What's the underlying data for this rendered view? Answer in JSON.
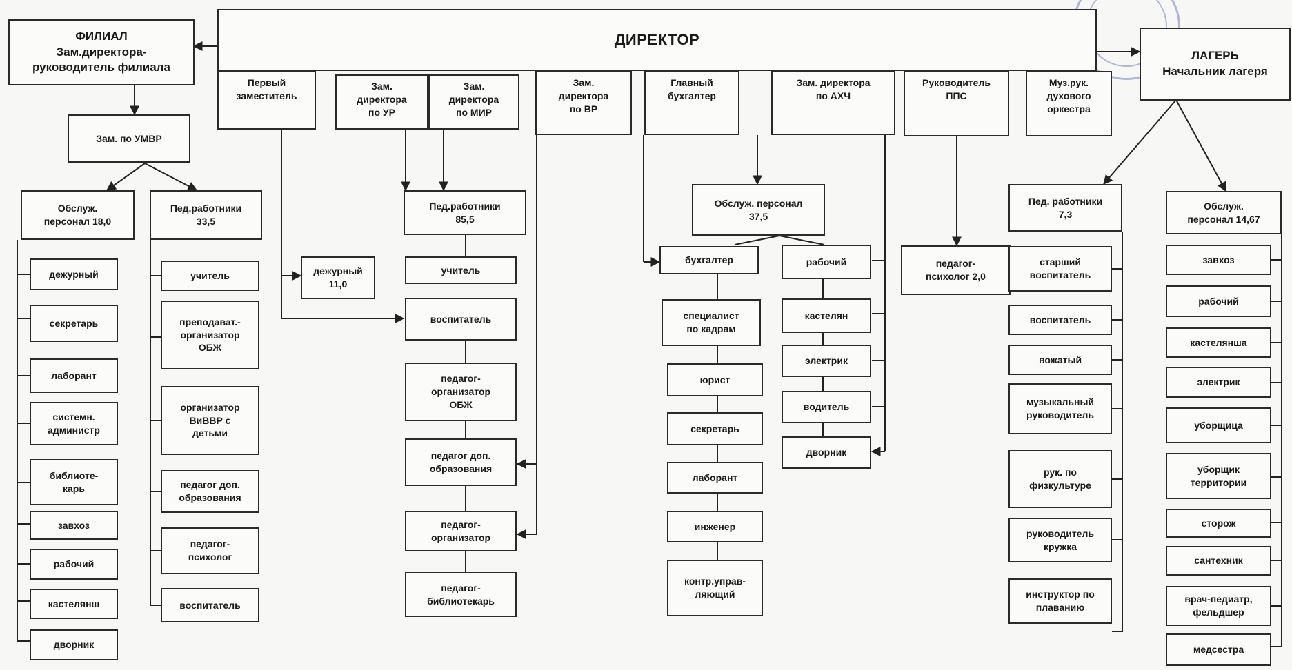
{
  "director": "ДИРЕКТОР",
  "branch": "ФИЛИАЛ\nЗам.директора-\nруководитель филиала",
  "branch_deputy": "Зам. по УМВР",
  "branch_service": {
    "title": "Обслуж.\nперсонал 18,0",
    "items": [
      "дежурный",
      "секретарь",
      "лаборант",
      "системн.\nадминистр",
      "библиоте-\nкарь",
      "завхоз",
      "рабочий",
      "кастелянш",
      "дворник"
    ]
  },
  "branch_teachers": {
    "title": "Пед.работники\n33,5",
    "items": [
      "учитель",
      "преподават.-\nорганизатор\nОБЖ",
      "организатор\nВиВВР с\nдетьми",
      "педагог доп.\nобразования",
      "педагог-\nпсихолог",
      "воспитатель"
    ]
  },
  "first_deputy": "Первый\nзаместитель",
  "duty": "дежурный\n11,0",
  "deputy_ur": "Зам.\nдиректора\nпо УР",
  "deputy_mir": "Зам.\nдиректора\nпо МИР",
  "deputy_vr": "Зам.\nдиректора\nпо ВР",
  "main_teachers": {
    "title": "Пед.работники\n85,5",
    "items": [
      "учитель",
      "воспитатель",
      "педагог-\nорганизатор\nОБЖ",
      "педагог доп.\nобразования",
      "педагог-\nорганизатор",
      "педагог-\nбиблиотекарь"
    ]
  },
  "chief_accountant": "Главный\nбухгалтер",
  "deputy_ahch": "Зам. директора\nпо АХЧ",
  "pps_head": "Руководитель\nППС",
  "music_head": "Муз.рук.\nдухового\nоркестра",
  "main_service": {
    "title": "Обслуж.  персонал\n37,5"
  },
  "accountant_column": [
    "бухгалтер",
    "специалист\nпо кадрам",
    "юрист",
    "секретарь",
    "лаборант",
    "инженер",
    "контр.управ-\nляющий"
  ],
  "worker_column": [
    "рабочий",
    "кастелян",
    "электрик",
    "водитель",
    "дворник"
  ],
  "psychologist": "педагог-\nпсихолог 2,0",
  "camp": "ЛАГЕРЬ\nНачальник лагеря",
  "camp_teachers": {
    "title": "Пед. работники\n7,3",
    "items": [
      "старший\nвоспитатель",
      "воспитатель",
      "вожатый",
      "музыкальный\nруководитель",
      "рук. по\nфизкультуре",
      "руководитель\nкружка",
      "инструктор по\nплаванию"
    ]
  },
  "camp_service": {
    "title": "Обслуж.\nперсонал 14,67",
    "items": [
      "завхоз",
      "рабочий",
      "кастелянша",
      "электрик",
      "уборщица",
      "уборщик\nтерритории",
      "сторож",
      "сантехник",
      "врач-педиатр,\nфельдшер",
      "медсестра"
    ]
  },
  "colors": {
    "line": "#222222",
    "box_border": "#2a2a2a",
    "seal": "#6f86b8"
  }
}
